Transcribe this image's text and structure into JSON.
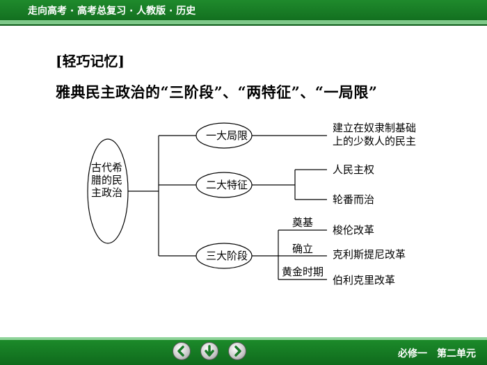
{
  "header": {
    "title": "走向高考 · 高考总复习 · 人教版 · 历史"
  },
  "heading": "[轻巧记忆]",
  "subtitle": "雅典民主政治的“三阶段”、“两特征”、“一局限”",
  "diagram": {
    "center": "古代希腊的民主政治",
    "branch1": {
      "label": "一大局限",
      "detail": [
        "建立在奴隶制基础",
        "上的少数人的民主"
      ]
    },
    "branch2": {
      "label": "二大特征",
      "items": [
        "人民主权",
        "轮番而治"
      ]
    },
    "branch3": {
      "label": "三大阶段",
      "stages": [
        {
          "stage": "奠基",
          "reform": "梭伦改革"
        },
        {
          "stage": "确立",
          "reform": "克利斯提尼改革"
        },
        {
          "stage": "黄金时期",
          "reform": "伯利克里改革"
        }
      ]
    }
  },
  "footer": {
    "right": "必修一　第二单元"
  },
  "nav": {
    "prev": "left-arrow-icon",
    "down": "down-arrow-icon",
    "next": "right-arrow-icon"
  },
  "colors": {
    "bar": "#137020",
    "accent": "#7fc98a"
  }
}
